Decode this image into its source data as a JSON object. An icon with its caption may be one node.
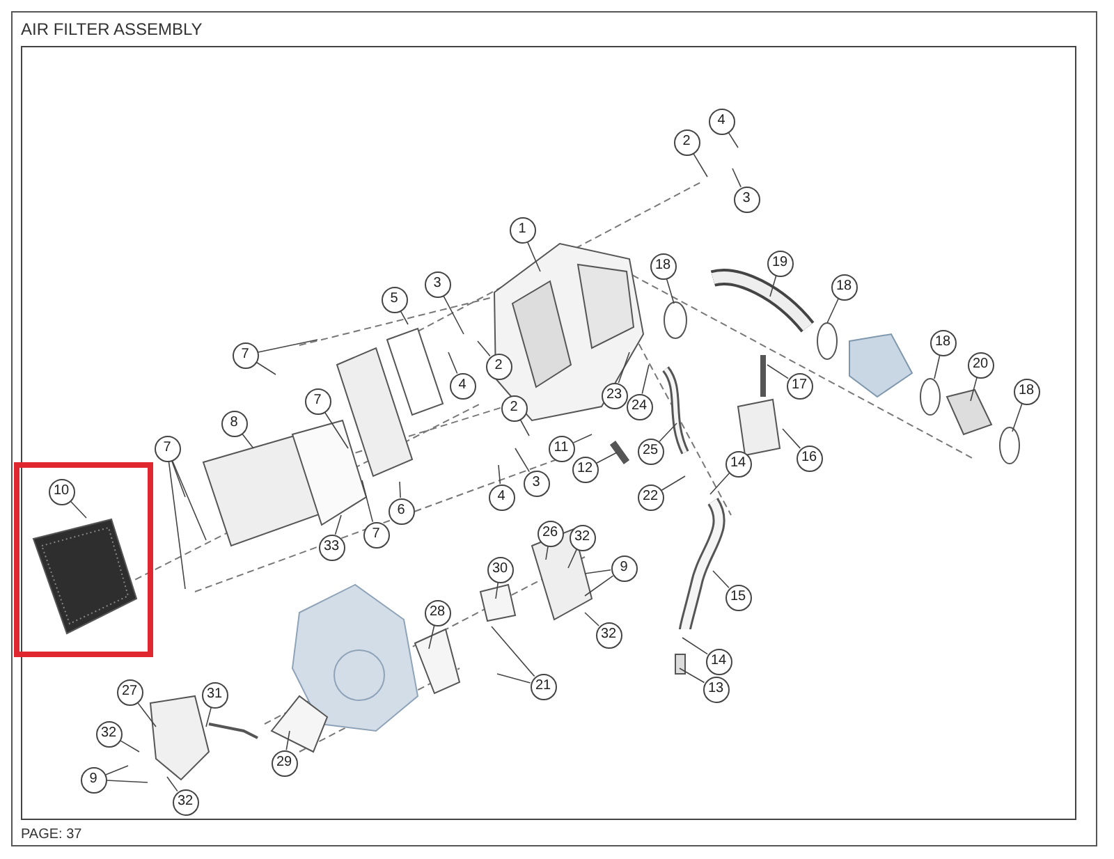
{
  "diagram": {
    "title": "AIR FILTER ASSEMBLY",
    "nodes": [
      {
        "text": [
          "1"
        ]
      },
      {
        "text": [
          "2"
        ]
      },
      {
        "text": [
          "4"
        ]
      },
      {
        "text": [
          "3"
        ]
      },
      {
        "text": [
          "18"
        ]
      },
      {
        "text": [
          "19"
        ]
      },
      {
        "text": [
          "18"
        ]
      },
      {
        "text": [
          "3"
        ]
      },
      {
        "text": [
          "5"
        ]
      },
      {
        "text": [
          "7"
        ]
      },
      {
        "text": [
          "4"
        ]
      },
      {
        "text": [
          "2"
        ]
      },
      {
        "text": [
          "18"
        ]
      },
      {
        "text": [
          "20"
        ]
      },
      {
        "text": [
          "18"
        ]
      },
      {
        "text": [
          "23"
        ]
      },
      {
        "text": [
          "24"
        ]
      },
      {
        "text": [
          "17"
        ]
      },
      {
        "text": [
          "2"
        ]
      },
      {
        "text": [
          "11"
        ]
      },
      {
        "text": [
          "7"
        ]
      },
      {
        "text": [
          "8"
        ]
      },
      {
        "text": [
          "25"
        ]
      },
      {
        "text": [
          "16"
        ]
      },
      {
        "text": [
          "7"
        ]
      },
      {
        "text": [
          "12"
        ]
      },
      {
        "text": [
          "3"
        ]
      },
      {
        "text": [
          "4"
        ]
      },
      {
        "text": [
          "14"
        ]
      },
      {
        "text": [
          "10"
        ]
      },
      {
        "text": [
          "22"
        ]
      },
      {
        "text": [
          "6"
        ]
      },
      {
        "text": [
          "7"
        ]
      },
      {
        "text": [
          "26"
        ]
      },
      {
        "text": [
          "32"
        ]
      },
      {
        "text": [
          "33"
        ]
      },
      {
        "text": [
          "9"
        ]
      },
      {
        "text": [
          "30"
        ]
      },
      {
        "text": [
          "15"
        ]
      },
      {
        "text": [
          "28"
        ]
      },
      {
        "text": [
          "32"
        ]
      },
      {
        "text": [
          "14"
        ]
      },
      {
        "text": [
          "21"
        ]
      },
      {
        "text": [
          "13"
        ]
      },
      {
        "text": [
          "27"
        ]
      },
      {
        "text": [
          "31"
        ]
      },
      {
        "text": [
          "32"
        ]
      },
      {
        "text": [
          "29"
        ]
      },
      {
        "text": [
          "9"
        ]
      },
      {
        "text": [
          "32"
        ]
      }
    ],
    "edges": [
      {
        "from": 0,
        "to": null,
        "arrow": "none"
      },
      {
        "from": 1,
        "to": null,
        "arrow": "none"
      },
      {
        "from": 2,
        "to": null,
        "arrow": "none"
      },
      {
        "from": 3,
        "to": null,
        "arrow": "none"
      },
      {
        "from": 4,
        "to": null,
        "arrow": "none"
      },
      {
        "from": 5,
        "to": null,
        "arrow": "none"
      },
      {
        "from": 6,
        "to": null,
        "arrow": "none"
      },
      {
        "from": 7,
        "to": null,
        "arrow": "none"
      },
      {
        "from": 8,
        "to": null,
        "arrow": "none"
      },
      {
        "from": 9,
        "to": null,
        "arrow": "none"
      },
      {
        "from": 9,
        "to": null,
        "arrow": "none"
      },
      {
        "from": 10,
        "to": null,
        "arrow": "none"
      },
      {
        "from": 11,
        "to": null,
        "arrow": "none"
      },
      {
        "from": 12,
        "to": null,
        "arrow": "none"
      },
      {
        "from": 13,
        "to": null,
        "arrow": "none"
      },
      {
        "from": 14,
        "to": null,
        "arrow": "none"
      },
      {
        "from": 15,
        "to": null,
        "arrow": "none"
      },
      {
        "from": 16,
        "to": null,
        "arrow": "none"
      },
      {
        "from": 17,
        "to": null,
        "arrow": "none"
      },
      {
        "from": 18,
        "to": null,
        "arrow": "none"
      },
      {
        "from": 19,
        "to": null,
        "arrow": "none"
      },
      {
        "from": 20,
        "to": null,
        "arrow": "none"
      },
      {
        "from": 21,
        "to": null,
        "arrow": "none"
      },
      {
        "from": 22,
        "to": null,
        "arrow": "none"
      },
      {
        "from": 23,
        "to": null,
        "arrow": "none"
      },
      {
        "from": 24,
        "to": null,
        "arrow": "none"
      },
      {
        "from": 24,
        "to": null,
        "arrow": "none"
      },
      {
        "from": 24,
        "to": null,
        "arrow": "none"
      },
      {
        "from": 25,
        "to": null,
        "arrow": "none"
      },
      {
        "from": 26,
        "to": null,
        "arrow": "none"
      },
      {
        "from": 27,
        "to": null,
        "arrow": "none"
      },
      {
        "from": 28,
        "to": null,
        "arrow": "none"
      },
      {
        "from": 29,
        "to": null,
        "arrow": "none"
      },
      {
        "from": 30,
        "to": null,
        "arrow": "none"
      },
      {
        "from": 31,
        "to": null,
        "arrow": "none"
      },
      {
        "from": 32,
        "to": null,
        "arrow": "none"
      },
      {
        "from": 33,
        "to": null,
        "arrow": "none"
      },
      {
        "from": 34,
        "to": null,
        "arrow": "none"
      },
      {
        "from": 35,
        "to": null,
        "arrow": "none"
      },
      {
        "from": 36,
        "to": null,
        "arrow": "none"
      },
      {
        "from": 36,
        "to": null,
        "arrow": "none"
      },
      {
        "from": 37,
        "to": null,
        "arrow": "none"
      },
      {
        "from": 38,
        "to": null,
        "arrow": "none"
      },
      {
        "from": 39,
        "to": null,
        "arrow": "none"
      },
      {
        "from": 40,
        "to": null,
        "arrow": "none"
      },
      {
        "from": 41,
        "to": null,
        "arrow": "none"
      },
      {
        "from": 42,
        "to": null,
        "arrow": "none"
      },
      {
        "from": 42,
        "to": null,
        "arrow": "none"
      },
      {
        "from": 43,
        "to": null,
        "arrow": "none"
      },
      {
        "from": 44,
        "to": null,
        "arrow": "none"
      },
      {
        "from": 45,
        "to": null,
        "arrow": "none"
      },
      {
        "from": 46,
        "to": null,
        "arrow": "none"
      },
      {
        "from": 47,
        "to": null,
        "arrow": "none"
      },
      {
        "from": 48,
        "to": null,
        "arrow": "none"
      },
      {
        "from": 48,
        "to": null,
        "arrow": "none"
      },
      {
        "from": 49,
        "to": null,
        "arrow": "none"
      }
    ],
    "labels": [
      "PAGE: 37"
    ]
  }
}
